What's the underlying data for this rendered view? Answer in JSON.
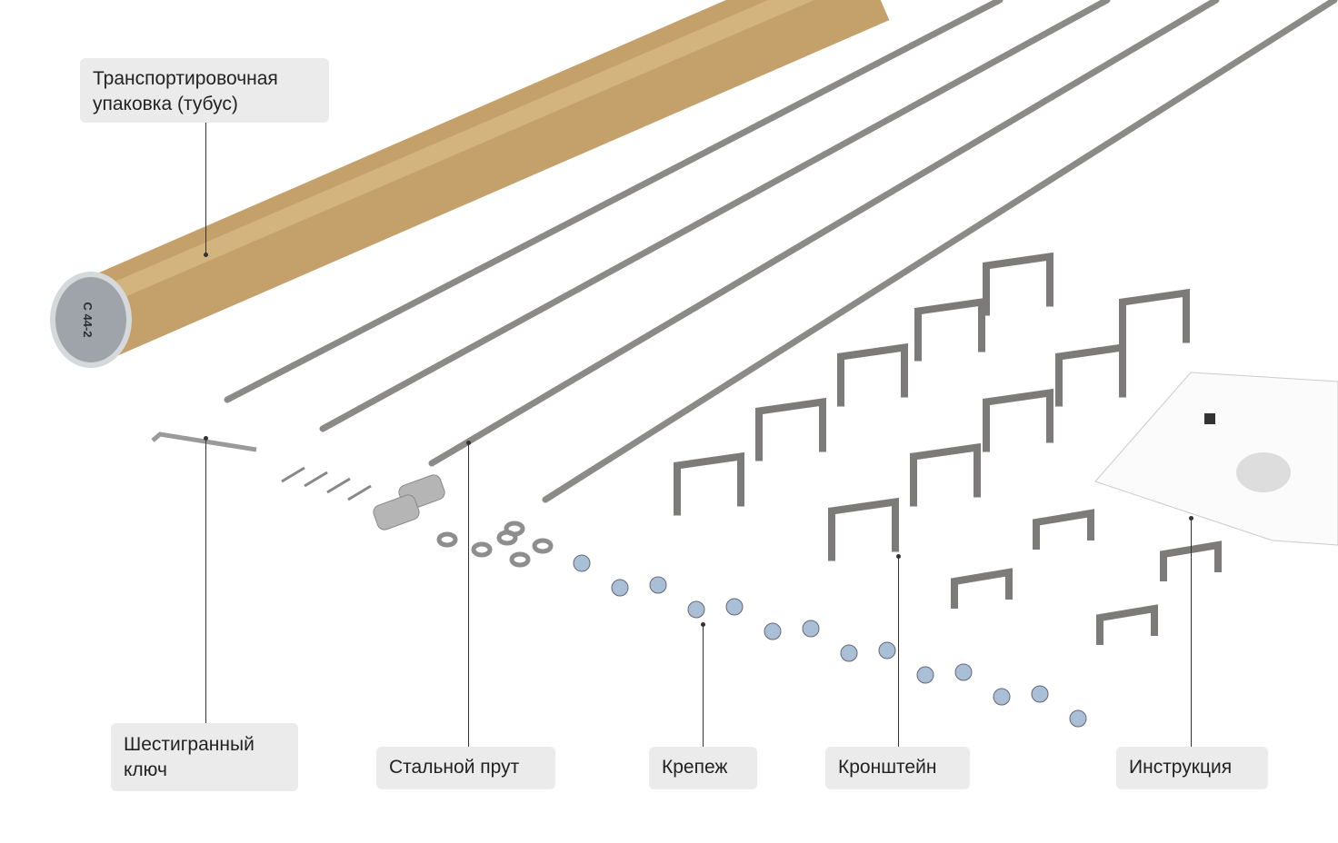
{
  "labels": {
    "tube": "Транспортировочная упаковка (тубус)",
    "hex_key": "Шестигранный ключ",
    "steel_rod": "Стальной прут",
    "fasteners": "Крепеж",
    "bracket": "Кронштейн",
    "manual": "Инструкция"
  },
  "tube_cap_text": "С 44-2",
  "colors": {
    "label_bg": "#ebebeb",
    "tube": "#c4a06a",
    "rod": "#8c8a88",
    "bracket": "#7d7b79",
    "screw": "#a9bfd6"
  }
}
